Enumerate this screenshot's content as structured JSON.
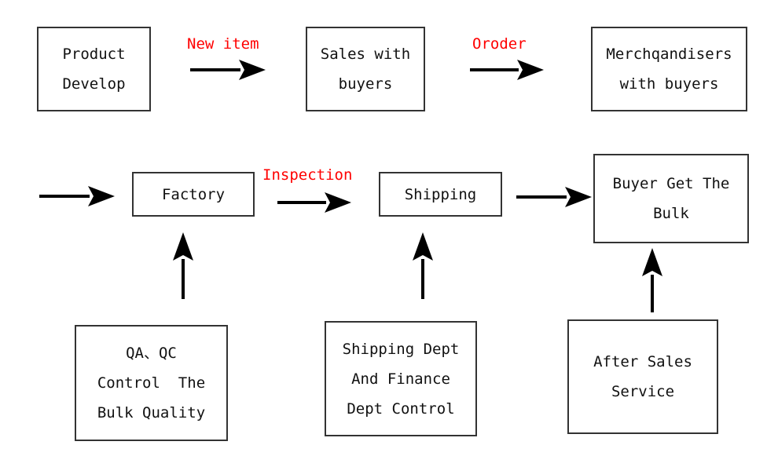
{
  "nodes": {
    "product_develop": [
      "Product",
      "Develop"
    ],
    "sales_with_buyers": [
      "Sales with",
      "buyers"
    ],
    "merchandisers": [
      "Merchqandisers",
      "with buyers"
    ],
    "factory": [
      "Factory"
    ],
    "shipping": [
      "Shipping"
    ],
    "buyer_get_bulk": [
      "Buyer Get The",
      "Bulk"
    ],
    "qa_qc": [
      "QA、QC",
      "Control  The",
      "Bulk Quality"
    ],
    "shipping_finance": [
      "Shipping Dept",
      "And Finance",
      "Dept Control"
    ],
    "after_sales": [
      "After Sales",
      "Service"
    ]
  },
  "edge_labels": {
    "new_item": "New item",
    "order": "Oroder",
    "inspection": "Inspection"
  },
  "colors": {
    "edge_label": "#ff0000",
    "arrow": "#000000",
    "border": "#333333"
  }
}
